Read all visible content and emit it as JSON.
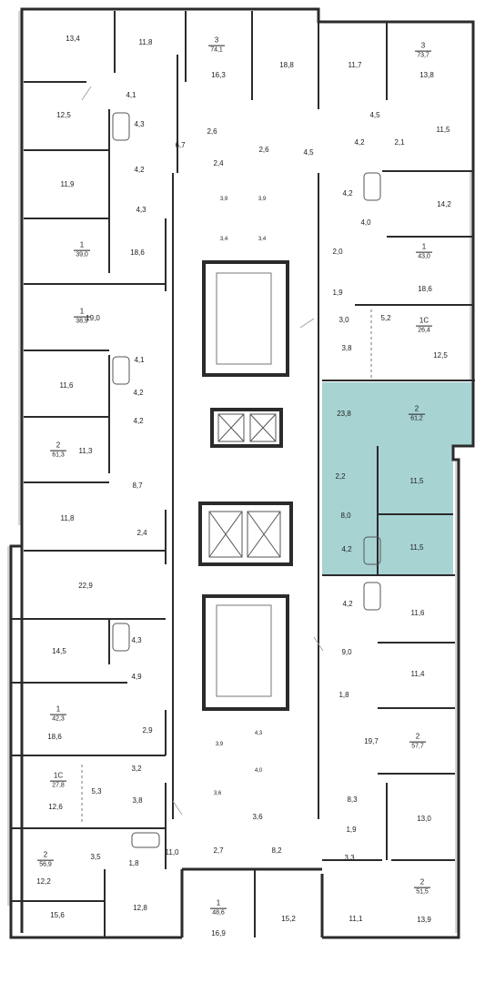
{
  "colors": {
    "wall": "#2b2b2b",
    "thin": "#7a7a7a",
    "highlight": "#a8d3d3",
    "window": "#c9c9c9",
    "background": "#ffffff"
  },
  "highlight_apartment": {
    "rooms": "2",
    "area": "61,2"
  },
  "apartments": [
    {
      "id": "a1",
      "rooms": "3",
      "area": "74,1"
    },
    {
      "id": "a2",
      "rooms": "3",
      "area": "73,7"
    },
    {
      "id": "a3",
      "rooms": "1",
      "area": "39,0"
    },
    {
      "id": "a4",
      "rooms": "1",
      "area": "43,0"
    },
    {
      "id": "a5",
      "rooms": "1",
      "area": "38,9"
    },
    {
      "id": "a6",
      "rooms": "1C",
      "area": "26,4"
    },
    {
      "id": "a7",
      "rooms": "2",
      "area": "61,2"
    },
    {
      "id": "a8",
      "rooms": "2",
      "area": "61,3"
    },
    {
      "id": "a9",
      "rooms": "1",
      "area": "42,3"
    },
    {
      "id": "a10",
      "rooms": "2",
      "area": "57,7"
    },
    {
      "id": "a11",
      "rooms": "1C",
      "area": "27,8"
    },
    {
      "id": "a12",
      "rooms": "2",
      "area": "56,9"
    },
    {
      "id": "a13",
      "rooms": "2",
      "area": "51,5"
    },
    {
      "id": "a14",
      "rooms": "1",
      "area": "48,6"
    }
  ],
  "rooms": [
    "13,4",
    "11,8",
    "16,3",
    "18,8",
    "11,7",
    "13,8",
    "4,1",
    "12,5",
    "4,3",
    "6,7",
    "2,6",
    "2,6",
    "4,5",
    "4,5",
    "4,2",
    "2,1",
    "11,5",
    "4,2",
    "2,4",
    "11,9",
    "4,2",
    "14,2",
    "4,3",
    "3,9",
    "3,9",
    "4,0",
    "18,6",
    "3,4",
    "3,4",
    "2,0",
    "18,6",
    "1,9",
    "19,0",
    "3,0",
    "5,2",
    "12,5",
    "3,8",
    "4,1",
    "23,8",
    "11,6",
    "4,2",
    "4,2",
    "2,2",
    "11,3",
    "11,5",
    "8,7",
    "8,0",
    "11,8",
    "2,4",
    "4,2",
    "11,5",
    "22,9",
    "4,2",
    "11,6",
    "14,5",
    "4,3",
    "9,0",
    "4,9",
    "11,4",
    "1,8",
    "18,6",
    "2,9",
    "3,9",
    "4,3",
    "19,7",
    "4,0",
    "3,2",
    "5,3",
    "3,8",
    "3,6",
    "8,3",
    "12,6",
    "3,6",
    "13,0",
    "1,9",
    "11,0",
    "3,5",
    "1,8",
    "2,7",
    "8,2",
    "3,3",
    "12,2",
    "15,6",
    "12,8",
    "16,9",
    "15,2",
    "11,1",
    "13,9"
  ]
}
